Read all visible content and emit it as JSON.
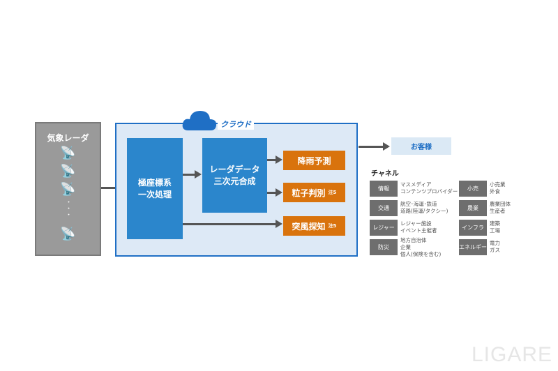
{
  "radar": {
    "title": "気象レーダ",
    "dots": "・\n・\n・"
  },
  "cloud": {
    "label": "クラウド"
  },
  "boxes": {
    "primary": "極座標系\n一次処理",
    "composite": "レーダデータ\n三次元合成"
  },
  "outputs": [
    {
      "label": "降雨予測",
      "note": ""
    },
    {
      "label": "粒子判別",
      "note": "注5"
    },
    {
      "label": "突風探知",
      "note": "注5"
    }
  ],
  "customer": "お客様",
  "channel_title": "チャネル",
  "channels_left": [
    {
      "name": "情報",
      "desc": "マスメディア\nコンテンツプロバイダー"
    },
    {
      "name": "交通",
      "desc": "航空･海運･鉄道\n道路(陸運/タクシー)"
    },
    {
      "name": "レジャー",
      "desc": "レジャー施設\nイベント主催者"
    },
    {
      "name": "防災",
      "desc": "地方自治体\n企業\n個人(保険を含む)"
    }
  ],
  "channels_right": [
    {
      "name": "小売",
      "desc": "小売業\n外食"
    },
    {
      "name": "農業",
      "desc": "農業団体\n生産者"
    },
    {
      "name": "インフラ",
      "desc": "建築\n工場"
    },
    {
      "name": "エネルギー",
      "desc": "電力\nガス"
    }
  ],
  "watermark": "LIGARE"
}
